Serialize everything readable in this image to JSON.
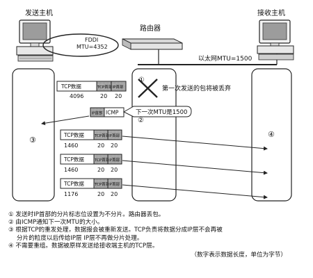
{
  "hosts": {
    "sender": "发送主机",
    "receiver": "接收主机"
  },
  "router": {
    "label": "路由器"
  },
  "links": {
    "fddi_name": "FDDI",
    "fddi_mtu": "MTU=4352",
    "ethernet_mtu": "以太网MTU=1500"
  },
  "steps": {
    "step1": "①",
    "step2": "②",
    "step3": "③",
    "step4": "④"
  },
  "first_packet": {
    "tcp_label": "TCP数据",
    "tcp_size": "4096",
    "tcp_header": "TCP首部",
    "ip_header": "IP首部",
    "hdr_size_tcp": "20",
    "hdr_size_ip": "20",
    "drop_note": "第一次发送的包将被丢弃"
  },
  "icmp": {
    "ip_header": "IP首部",
    "icmp_label": "ICMP",
    "next_mtu_note": "下一次MTU是1500"
  },
  "resend_packets": [
    {
      "tcp_label": "TCP数据",
      "size": "1460",
      "tcp_header": "TCP首部",
      "ip_header": "IP首部",
      "h1": "20",
      "h2": "20"
    },
    {
      "tcp_label": "TCP数据",
      "size": "1460",
      "tcp_header": "TCP首部",
      "ip_header": "IP首部",
      "h1": "20",
      "h2": "20"
    },
    {
      "tcp_label": "TCP数据",
      "size": "1176",
      "tcp_header": "TCP首部",
      "ip_header": "IP首部",
      "h1": "20",
      "h2": "20"
    }
  ],
  "notes": {
    "n1": "① 发送时IP首部的分片标志位设置为不分片。路由器丢包。",
    "n2": "② 由ICMP通知下一次MTU的大小。",
    "n3a": "③ 根据TCP的重发处理，数据报会被重新发送。TCP负责将数据分成IP层不会再被",
    "n3b": "分片的粒度以后传给IP层   IP层不再做分片处理。",
    "n4": "④ 不需要重组。数据被原样发送给接收端主机的TCP层。",
    "footnote": "（数字表示数据长度，单位为字节）"
  }
}
